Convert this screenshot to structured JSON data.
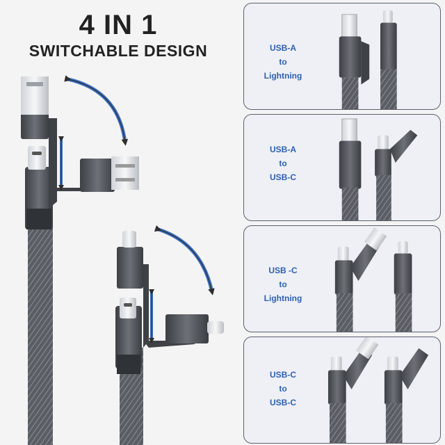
{
  "header": {
    "title": "4 IN 1",
    "subtitle": "SWITCHABLE DESIGN"
  },
  "panels": [
    {
      "from": "USB-A",
      "to_word": "to",
      "target": "Lightning"
    },
    {
      "from": "USB-A",
      "to_word": "to",
      "target": "USB-C"
    },
    {
      "from": "USB -C",
      "to_word": "to",
      "target": "Lightning"
    },
    {
      "from": "USB-C",
      "to_word": "to",
      "target": "USB-C"
    }
  ],
  "colors": {
    "accent_blue": "#2f5fb0",
    "arrow_blue": "#3a6fc2",
    "cable_gray": "#4a4d52",
    "panel_border": "#5a6070"
  }
}
